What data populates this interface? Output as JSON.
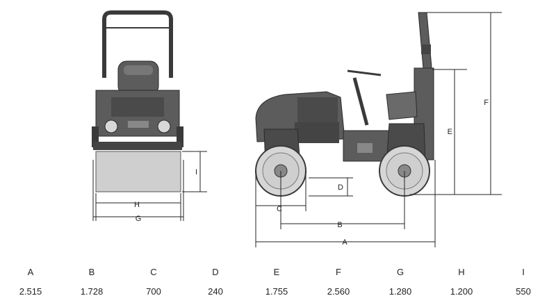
{
  "dimension_labels": {
    "a": "A",
    "b": "B",
    "c": "C",
    "d": "D",
    "e": "E",
    "f": "F",
    "g": "G",
    "h": "H",
    "i": "I"
  },
  "table": {
    "headers": [
      "A",
      "B",
      "C",
      "D",
      "E",
      "F",
      "G",
      "H",
      "I"
    ],
    "values": [
      "2.515",
      "1.728",
      "700",
      "240",
      "1.755",
      "2.560",
      "1.280",
      "1.200",
      "550"
    ]
  },
  "colors": {
    "body": "#5c5c5c",
    "dark": "#3a3a3a",
    "drum": "#cfcfcf",
    "line": "#222222"
  }
}
